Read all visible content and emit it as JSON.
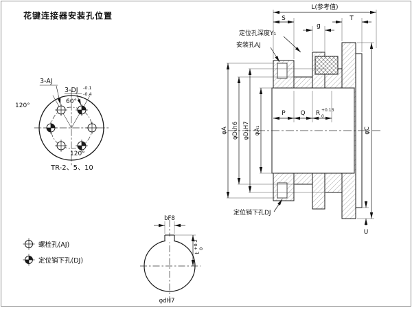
{
  "title": "花键连接器安装孔位置",
  "front_view": {
    "bolt_label": "3-AJ",
    "pin_label": "3-DJ",
    "pin_tol_upper": "-0.1",
    "pin_tol_lower": "-0.4",
    "angle_top": "60°",
    "angle_left": "120°",
    "angle_bottom": "120°",
    "caption": "TR-2、5、10"
  },
  "section_view": {
    "dim_length": "L(参考值)",
    "dim_s": "S",
    "dim_g": "g",
    "dim_t": "T",
    "note_pilot_depth": "定位孔深度Y₁",
    "note_mount_hole": "安装孔AJ",
    "dim_p": "P",
    "dim_q": "Q",
    "dim_r": "R",
    "dim_r_tol_upper": "+0.13",
    "dim_r_tol_lower": "0",
    "dim_dia_a": "φA",
    "dim_dia_d1": "φD₁h6",
    "dim_dia_d2": "φD₂H7",
    "dim_dia_a1": "φA₁",
    "dim_dia_c": "φC",
    "note_pin_hole": "定位销下孔DJ",
    "dim_u": "U"
  },
  "legend": {
    "bolt_hole_label": "螺栓孔(AJ)",
    "pin_hole_label": "定位销下孔(DJ)"
  },
  "bore_view": {
    "dim_width": "bF8",
    "dim_depth": "t",
    "dim_depth_tol_upper": "+0.2",
    "dim_depth_tol_lower": "0",
    "dim_bore": "φdH7"
  }
}
